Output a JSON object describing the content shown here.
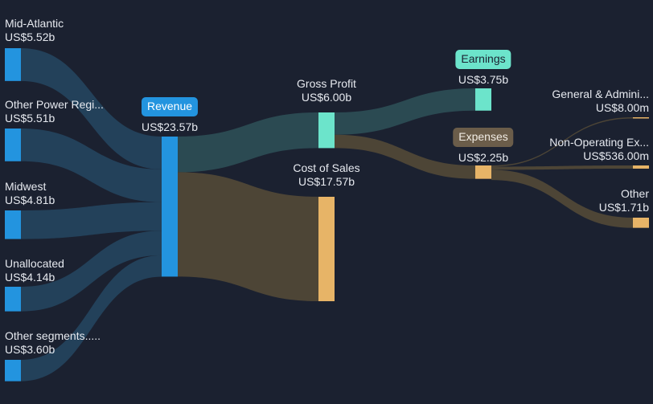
{
  "chart_data": {
    "type": "sankey",
    "unit": "US$",
    "colors": {
      "background": "#1b2130",
      "segment": "#2394df",
      "segment_link": "#23415a",
      "revenue": "#2394df",
      "profit": "#6ce4cb",
      "profit_link": "#2b4a52",
      "cost": "#e7b467",
      "cost_link": "#4d4536",
      "expenses": "#e7b467",
      "expense_link": "#4d4536"
    },
    "nodes": {
      "mid_atlantic": {
        "name": "Mid-Atlantic",
        "value_label": "US$5.52b",
        "value": 5.52
      },
      "other_power": {
        "name": "Other Power Regi...",
        "value_label": "US$5.51b",
        "value": 5.51
      },
      "midwest": {
        "name": "Midwest",
        "value_label": "US$4.81b",
        "value": 4.81
      },
      "unallocated": {
        "name": "Unallocated",
        "value_label": "US$4.14b",
        "value": 4.14
      },
      "other_segments": {
        "name": "Other segments.....",
        "value_label": "US$3.60b",
        "value": 3.6
      },
      "revenue": {
        "name": "Revenue",
        "value_label": "US$23.57b",
        "value": 23.57
      },
      "gross_profit": {
        "name": "Gross Profit",
        "value_label": "US$6.00b",
        "value": 6.0
      },
      "cost_of_sales": {
        "name": "Cost of Sales",
        "value_label": "US$17.57b",
        "value": 17.57
      },
      "earnings": {
        "name": "Earnings",
        "value_label": "US$3.75b",
        "value": 3.75
      },
      "expenses": {
        "name": "Expenses",
        "value_label": "US$2.25b",
        "value": 2.25
      },
      "general_admin": {
        "name": "General & Admini...",
        "value_label": "US$8.00m",
        "value": 0.008
      },
      "non_operating": {
        "name": "Non-Operating Ex...",
        "value_label": "US$536.00m",
        "value": 0.536
      },
      "other": {
        "name": "Other",
        "value_label": "US$1.71b",
        "value": 1.71
      }
    },
    "links": [
      {
        "source": "mid_atlantic",
        "target": "revenue",
        "value": 5.52
      },
      {
        "source": "other_power",
        "target": "revenue",
        "value": 5.51
      },
      {
        "source": "midwest",
        "target": "revenue",
        "value": 4.81
      },
      {
        "source": "unallocated",
        "target": "revenue",
        "value": 4.14
      },
      {
        "source": "other_segments",
        "target": "revenue",
        "value": 3.6
      },
      {
        "source": "revenue",
        "target": "gross_profit",
        "value": 6.0
      },
      {
        "source": "revenue",
        "target": "cost_of_sales",
        "value": 17.57
      },
      {
        "source": "gross_profit",
        "target": "earnings",
        "value": 3.75
      },
      {
        "source": "gross_profit",
        "target": "expenses",
        "value": 2.25
      },
      {
        "source": "expenses",
        "target": "general_admin",
        "value": 0.008
      },
      {
        "source": "expenses",
        "target": "non_operating",
        "value": 0.536
      },
      {
        "source": "expenses",
        "target": "other",
        "value": 1.71
      }
    ]
  }
}
